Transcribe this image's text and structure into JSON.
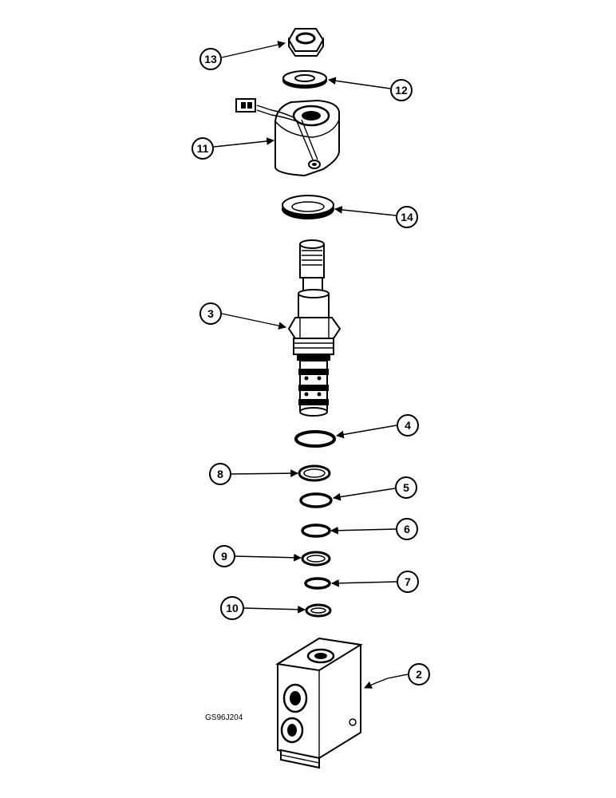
{
  "figure_code": "GS96J204",
  "callouts": [
    {
      "label": "13"
    },
    {
      "label": "12"
    },
    {
      "label": "11"
    },
    {
      "label": "14"
    },
    {
      "label": "3"
    },
    {
      "label": "4"
    },
    {
      "label": "8"
    },
    {
      "label": "5"
    },
    {
      "label": "6"
    },
    {
      "label": "9"
    },
    {
      "label": "7"
    },
    {
      "label": "10"
    },
    {
      "label": "2"
    }
  ]
}
